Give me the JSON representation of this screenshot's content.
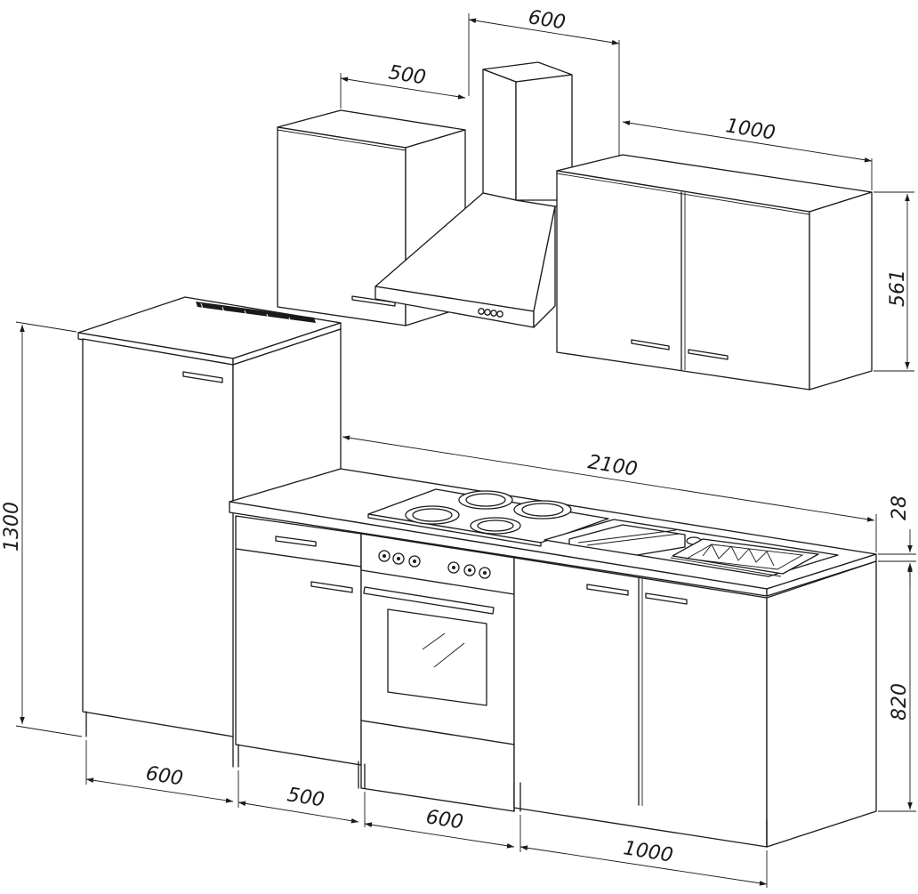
{
  "dimensions": {
    "hood_width": "600",
    "wall_cabinet_small_width": "500",
    "wall_cabinet_large_width": "1000",
    "wall_cabinet_height": "561",
    "counter_length": "2100",
    "counter_thickness": "28",
    "tall_cabinet_height": "1300",
    "base_height": "820",
    "bottom_tall_width": "600",
    "bottom_drawer_unit_width": "500",
    "bottom_oven_width": "600",
    "bottom_sink_unit_width": "1000"
  }
}
